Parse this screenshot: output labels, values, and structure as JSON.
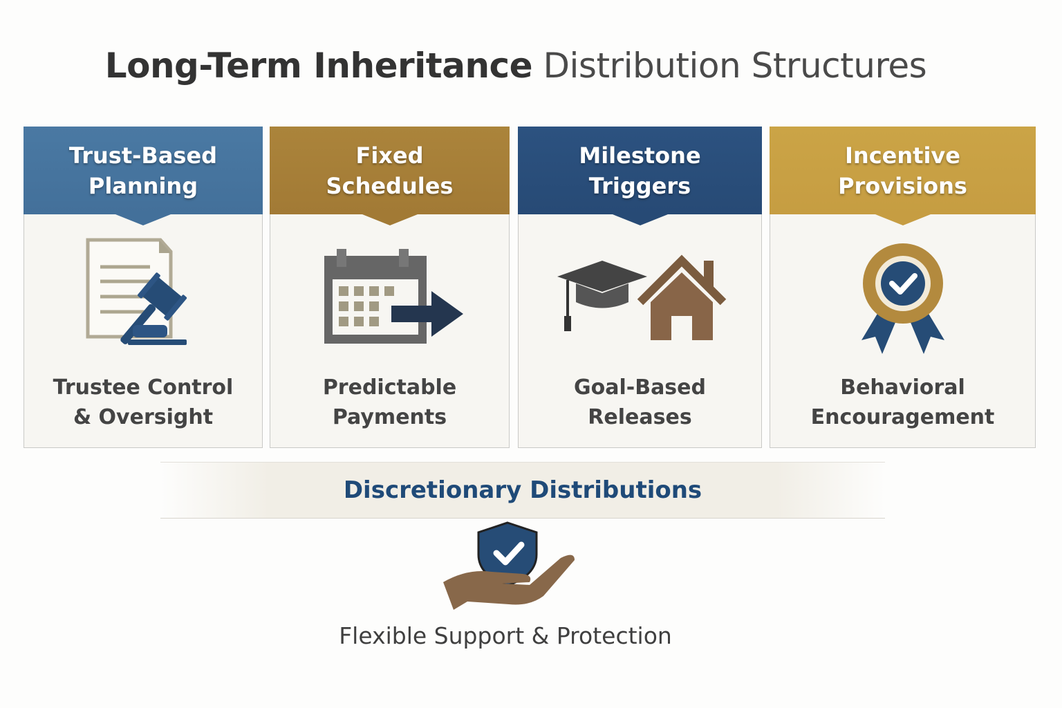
{
  "title": {
    "bold": "Long-Term Inheritance",
    "regular": "Distribution Structures"
  },
  "cards": [
    {
      "heading": [
        "Trust-Based",
        "Planning"
      ],
      "description": [
        "Trustee Control",
        "& Oversight"
      ],
      "icon": "document-gavel-icon",
      "color": "#46739c"
    },
    {
      "heading": [
        "Fixed",
        "Schedules"
      ],
      "description": [
        "Predictable",
        "Payments"
      ],
      "icon": "calendar-arrow-icon",
      "color": "#a9813a"
    },
    {
      "heading": [
        "Milestone",
        "Triggers"
      ],
      "description": [
        "Goal-Based",
        "Releases"
      ],
      "icon": "graduation-cap-house-icon",
      "color": "#294d78"
    },
    {
      "heading": [
        "Incentive",
        "Provisions"
      ],
      "description": [
        "Behavioral",
        "Encouragement"
      ],
      "icon": "award-ribbon-icon",
      "color": "#c9a044"
    }
  ],
  "discretionary": {
    "title": "Discretionary Distributions",
    "subtitle": "Flexible Support & Protection",
    "icon": "shield-hand-icon"
  }
}
